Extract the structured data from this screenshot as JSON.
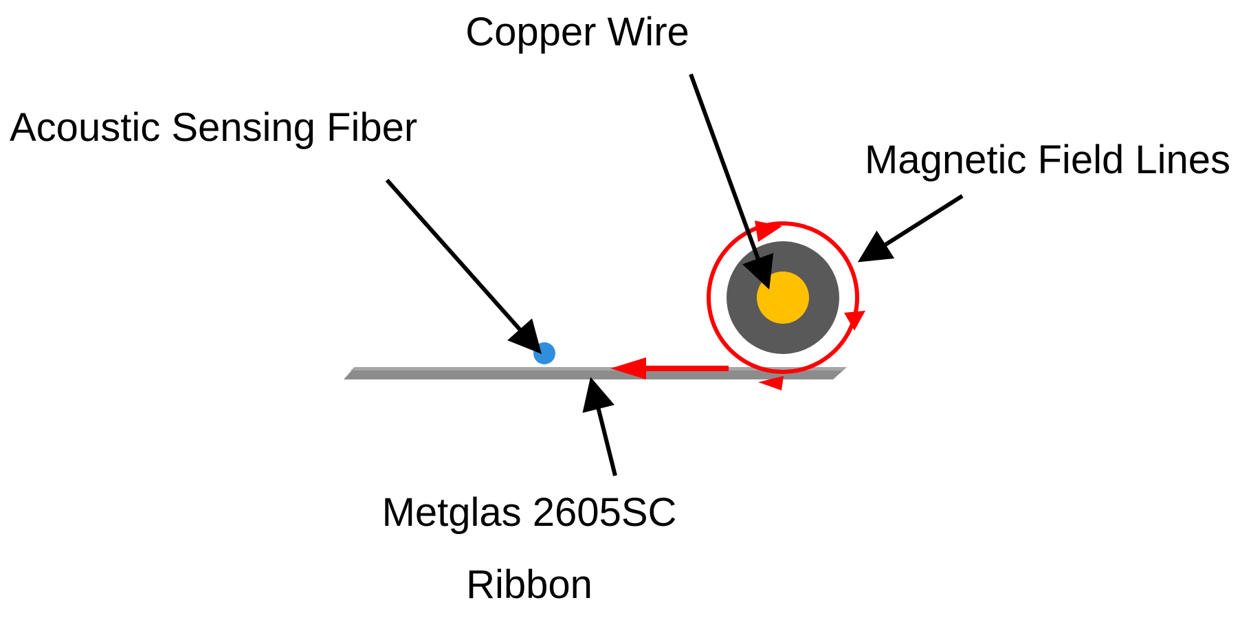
{
  "labels": {
    "copper_wire": "Copper Wire",
    "acoustic_fiber": "Acoustic Sensing Fiber",
    "magnetic_field": "Magnetic Field Lines",
    "ribbon_line1": "Metglas 2605SC",
    "ribbon_line2": "Ribbon"
  },
  "colors": {
    "field_lines": "#ff0000",
    "wire_core": "#ffc000",
    "wire_insulation": "#595959",
    "ribbon": "#8c8c8c",
    "fiber": "#2f8fdc",
    "pointer_arrows": "#000000"
  }
}
